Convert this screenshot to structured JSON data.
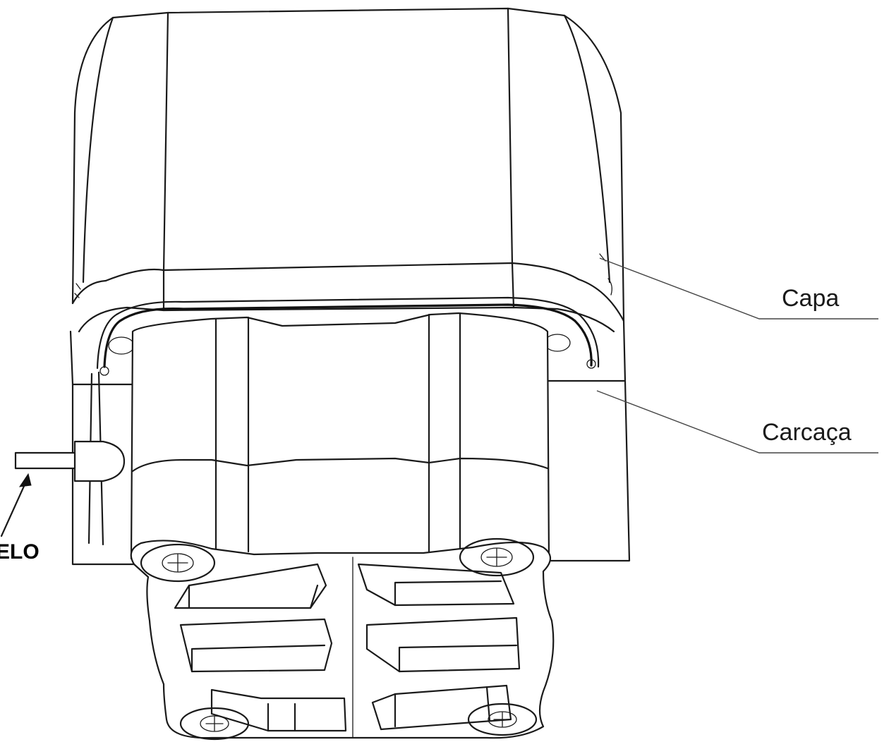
{
  "diagram": {
    "labels": {
      "capa": "Capa",
      "carcaca": "Carcaça",
      "elo": "ELO"
    }
  }
}
